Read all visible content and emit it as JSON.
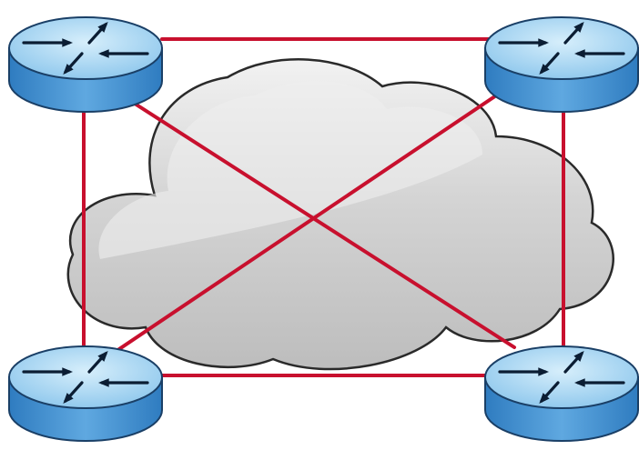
{
  "diagram": {
    "type": "full-mesh network topology",
    "background_object": "cloud",
    "nodes": [
      {
        "id": "router-top-left",
        "icon": "router-icon"
      },
      {
        "id": "router-top-right",
        "icon": "router-icon"
      },
      {
        "id": "router-bottom-left",
        "icon": "router-icon"
      },
      {
        "id": "router-bottom-right",
        "icon": "router-icon"
      }
    ],
    "links": [
      {
        "from": "router-top-left",
        "to": "router-top-right"
      },
      {
        "from": "router-top-left",
        "to": "router-bottom-left"
      },
      {
        "from": "router-top-right",
        "to": "router-bottom-right"
      },
      {
        "from": "router-bottom-left",
        "to": "router-bottom-right"
      },
      {
        "from": "router-top-left",
        "to": "router-bottom-right"
      },
      {
        "from": "router-top-right",
        "to": "router-bottom-left"
      }
    ]
  },
  "colors": {
    "link": "#c8102e",
    "router_top": "#8ec9ee",
    "router_side": "#3f8fd0",
    "router_outline": "#1a3f66",
    "cloud_fill": "#c7c7c7",
    "cloud_outline": "#2a2a2a",
    "cloud_highlight": "#eeeeee"
  }
}
